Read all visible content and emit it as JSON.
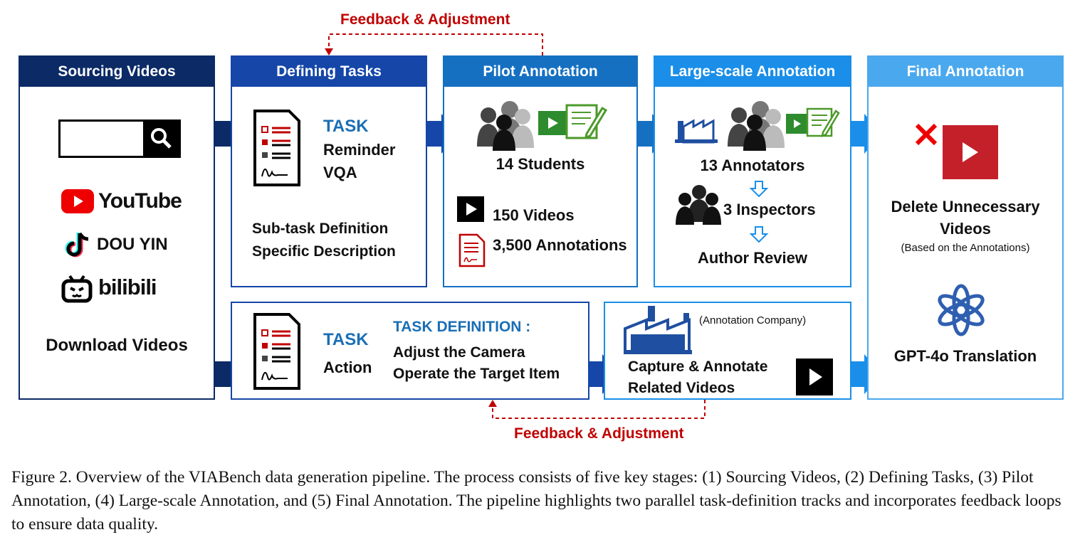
{
  "feedback_top": "Feedback & Adjustment",
  "feedback_bottom": "Feedback & Adjustment",
  "stage1": {
    "title": "Sourcing Videos",
    "youtube": "YouTube",
    "douyin": "DOU YIN",
    "bilibili": "bilibili",
    "download": "Download Videos",
    "color": "#0b2a66"
  },
  "stage2": {
    "title": "Defining Tasks",
    "task": "TASK",
    "line1": "Reminder",
    "line2": "VQA",
    "sub1": "Sub-task Definition",
    "sub2": "Specific Description",
    "color": "#1546a8"
  },
  "stage2b": {
    "task": "TASK",
    "line1": "Action",
    "def_title": "TASK DEFINITION :",
    "def1": "Adjust the Camera",
    "def2": "Operate the Target Item"
  },
  "stage3": {
    "title": "Pilot Annotation",
    "students": "14 Students",
    "videos": "150 Videos",
    "annotations": "3,500 Annotations",
    "color": "#1570c2"
  },
  "stage4": {
    "title": "Large-scale Annotation",
    "annotators": "13 Annotators",
    "inspectors": "3 Inspectors",
    "review": "Author Review",
    "color": "#1a8ee8"
  },
  "stage4b": {
    "company": "(Annotation Company)",
    "line1": "Capture & Annotate",
    "line2": "Related Videos"
  },
  "stage5": {
    "title": "Final Annotation",
    "delete1": "Delete Unnecessary",
    "delete2": "Videos",
    "based": "(Based on the Annotations)",
    "gpt": "GPT-4o Translation",
    "color": "#4aa8ee"
  },
  "caption": "Figure 2. Overview of the VIABench data generation pipeline. The process consists of five key stages: (1) Sourcing Videos, (2) Defining Tasks, (3) Pilot Annotation, (4) Large-scale Annotation, and (5) Final Annotation. The pipeline highlights two parallel task-definition tracks and incorporates feedback loops to ensure data quality."
}
